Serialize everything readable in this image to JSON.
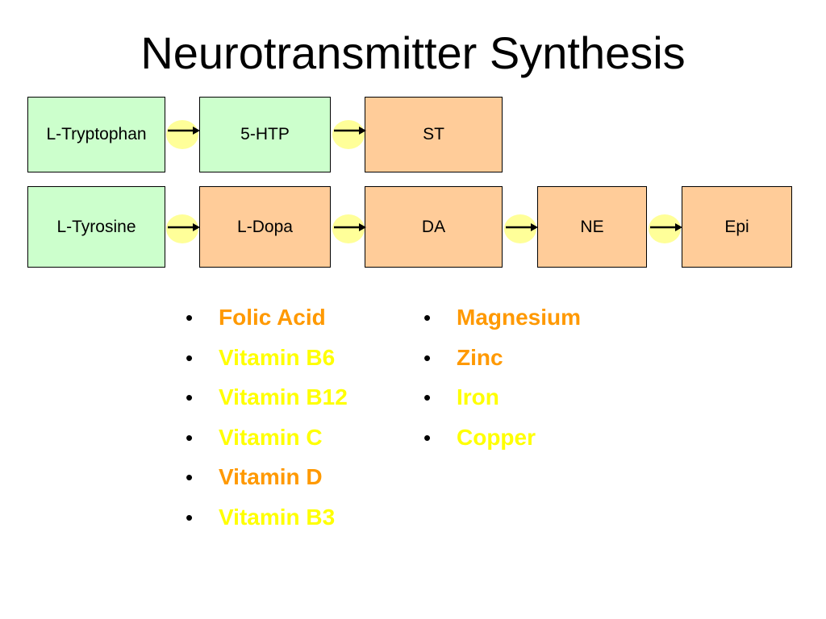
{
  "title": "Neurotransmitter Synthesis",
  "diagram": {
    "row1": [
      {
        "label": "L-Tryptophan",
        "color": "#ccffcc"
      },
      {
        "label": "5-HTP",
        "color": "#ccffcc"
      },
      {
        "label": "ST",
        "color": "#ffcc99"
      }
    ],
    "row2": [
      {
        "label": "L-Tyrosine",
        "color": "#ccffcc"
      },
      {
        "label": "L-Dopa",
        "color": "#ffcc99"
      },
      {
        "label": "DA",
        "color": "#ffcc99"
      },
      {
        "label": "NE",
        "color": "#ffcc99"
      },
      {
        "label": "Epi",
        "color": "#ffcc99"
      }
    ],
    "connector_color": "#ffff99",
    "arrow_color": "#000000"
  },
  "vitamins": [
    {
      "label": "Folic Acid",
      "color": "#ff9900"
    },
    {
      "label": "Vitamin B6",
      "color": "#ffff00"
    },
    {
      "label": "Vitamin B12",
      "color": "#ffff00"
    },
    {
      "label": "Vitamin C",
      "color": "#ffff00"
    },
    {
      "label": "Vitamin D",
      "color": "#ff9900"
    },
    {
      "label": "Vitamin B3",
      "color": "#ffff00"
    }
  ],
  "minerals": [
    {
      "label": "Magnesium",
      "color": "#ff9900"
    },
    {
      "label": "Zinc",
      "color": "#ff9900"
    },
    {
      "label": "Iron",
      "color": "#ffff00"
    },
    {
      "label": "Copper",
      "color": "#ffff00"
    }
  ],
  "bullet_glyph": "•"
}
